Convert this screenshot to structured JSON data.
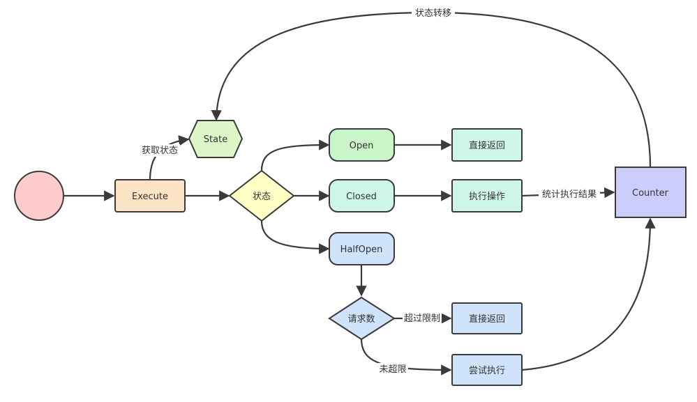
{
  "colors": {
    "start": "#ffcccc",
    "execute": "#fde3c6",
    "state": "#def7c8",
    "status": "#ffffc6",
    "open": "#c9f5c8",
    "closed": "#cff7e8",
    "halfopen": "#cfe3fb",
    "request": "#cfe3fb",
    "direct_return": "#cff7e8",
    "execute_op": "#cff7e8",
    "direct_return_2": "#cfe3fb",
    "try_execute": "#cfe3fb",
    "counter": "#cdcdfb",
    "stroke": "#3a3a3a"
  },
  "nodes": {
    "execute": "Execute",
    "state": "State",
    "status": "状态",
    "open": "Open",
    "closed": "Closed",
    "halfopen": "HalfOpen",
    "direct_return_open": "直接返回",
    "execute_op": "执行操作",
    "counter": "Counter",
    "request_count": "请求数",
    "direct_return_limit": "直接返回",
    "try_execute": "尝试执行"
  },
  "edge_labels": {
    "state_transition": "状态转移",
    "get_state": "获取状态",
    "stat_result": "统计执行结果",
    "over_limit": "超过限制",
    "not_over_limit": "未超限"
  }
}
